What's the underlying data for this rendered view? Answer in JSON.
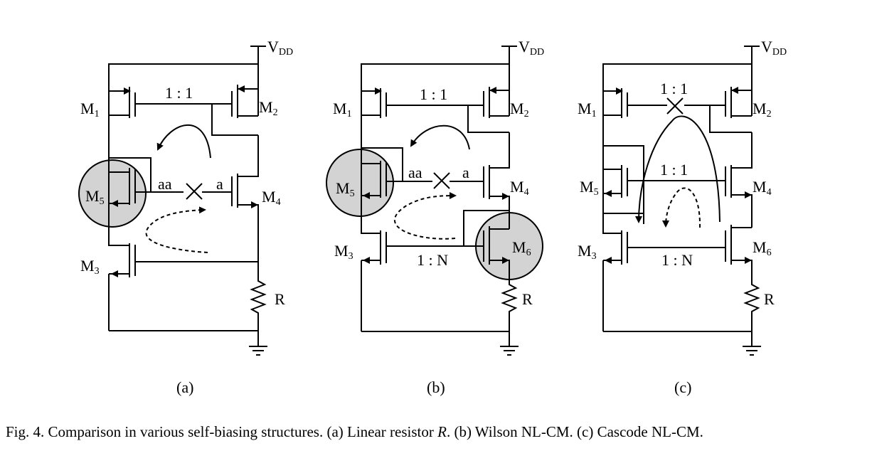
{
  "labels": {
    "vdd_main": "V",
    "vdd_sub": "DD",
    "m": "M",
    "m1_sub": "1",
    "m2_sub": "2",
    "m3_sub": "3",
    "m4_sub": "4",
    "m5_sub": "5",
    "m6_sub": "6",
    "ratio_1_1": "1 : 1",
    "ratio_1_n": "1 : N",
    "node_aa": "aa",
    "node_a": "a",
    "resistor": "R"
  },
  "panels": [
    "(a)",
    "(b)",
    "(c)"
  ],
  "caption": {
    "p1": "Fig. 4.  Comparison in various self-biasing structures. (a) Linear resistor ",
    "r": "R",
    "p2": ". (b) Wilson NL-CM. (c) Cascode NL-CM."
  },
  "colors": {
    "highlight_fill": "#d3d3d3",
    "line": "#000000"
  }
}
